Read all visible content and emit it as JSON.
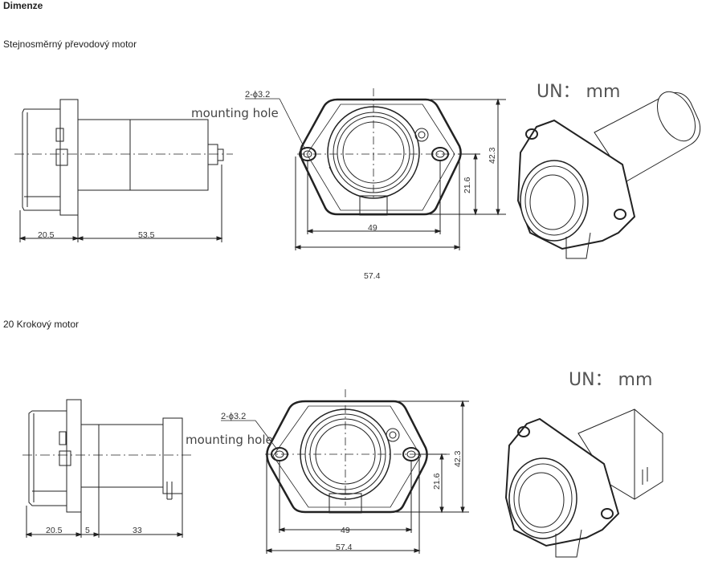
{
  "page": {
    "heading": "Dimenze",
    "sections": [
      {
        "caption": "Stejnosměrný převodový motor",
        "side_dims": [
          "20.5",
          "53.5"
        ],
        "hole_label": "2-ϕ3.2",
        "mounting_label": "mounting hole",
        "front_dims": {
          "width_inner": "49",
          "width_outer": "57.4",
          "height_total": "42.3",
          "height_center": "21.6"
        },
        "unit_label": "UN： mm"
      },
      {
        "caption": "20 Krokový motor",
        "side_dims": [
          "20.5",
          "5",
          "33"
        ],
        "hole_label": "2-ϕ3.2",
        "mounting_label": "mounting hole",
        "front_dims": {
          "width_inner": "49",
          "width_outer": "57.4",
          "height_total": "42.3",
          "height_center": "21.6"
        },
        "unit_label": "UN： mm"
      }
    ]
  }
}
